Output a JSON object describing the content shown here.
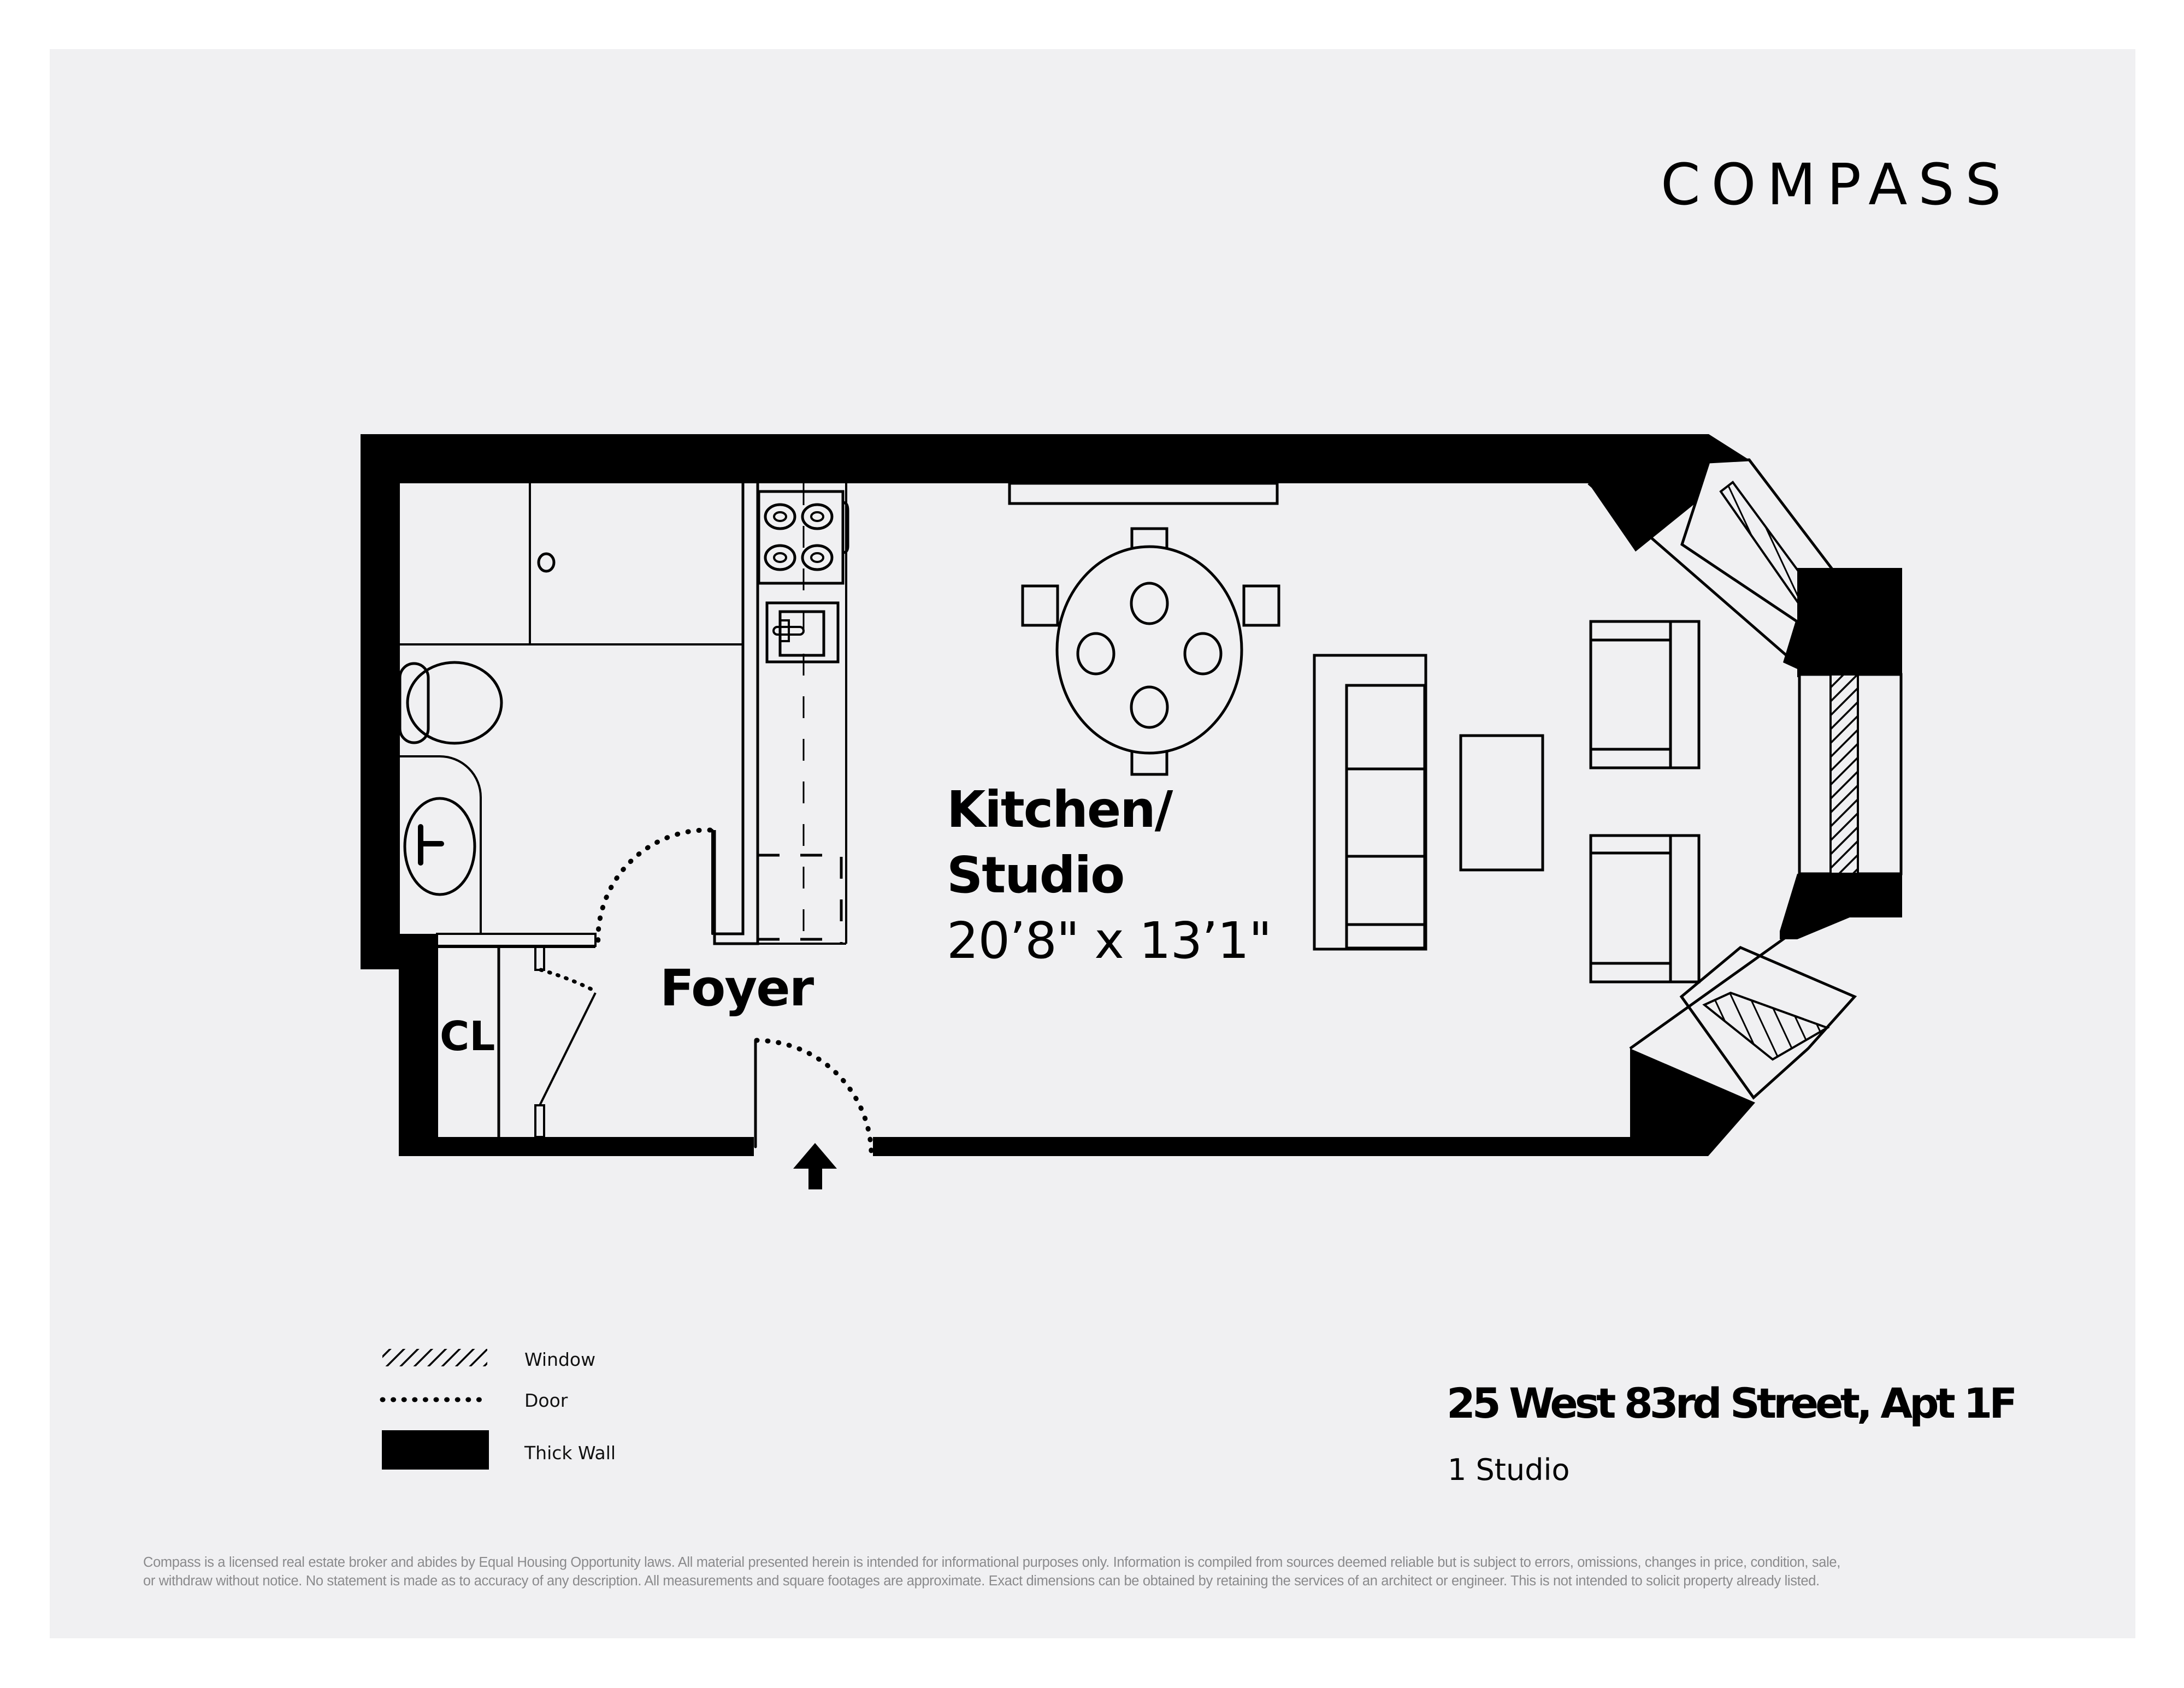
{
  "brand": {
    "logo_text": "COMPASS"
  },
  "floorplan": {
    "rooms": [
      {
        "name": "Foyer"
      },
      {
        "name": "CL"
      },
      {
        "name": "Kitchen/",
        "line2": "Studio",
        "dimensions": "20’8\" x 13’1\""
      }
    ],
    "entry_arrow": "arrow-up-icon"
  },
  "legend": {
    "items": [
      {
        "symbol": "hatched-window-swatch",
        "label": "Window"
      },
      {
        "symbol": "dotted-door-line",
        "label": "Door"
      },
      {
        "symbol": "solid-black-swatch",
        "label": "Thick Wall"
      }
    ]
  },
  "listing": {
    "address": "25 West 83rd Street, Apt 1F",
    "bedrooms": "1 Studio"
  },
  "disclaimer": {
    "line1": "Compass is a licensed real estate broker and abides by Equal Housing Opportunity laws. All material presented herein is intended for informational purposes only. Information is compiled from sources deemed reliable but is subject to errors, omissions, changes in price, condition, sale,",
    "line2": "or withdraw without notice. No statement is made as to accuracy of any description. All measurements and square footages are approximate. Exact dimensions can be obtained by retaining the services of an architect or engineer. This is not intended to solicit property already listed."
  },
  "colors": {
    "page_background": "#ffffff",
    "panel_background": "#f0f0f2",
    "wall": "#000000",
    "disclaimer_text": "#8a8a8c"
  }
}
